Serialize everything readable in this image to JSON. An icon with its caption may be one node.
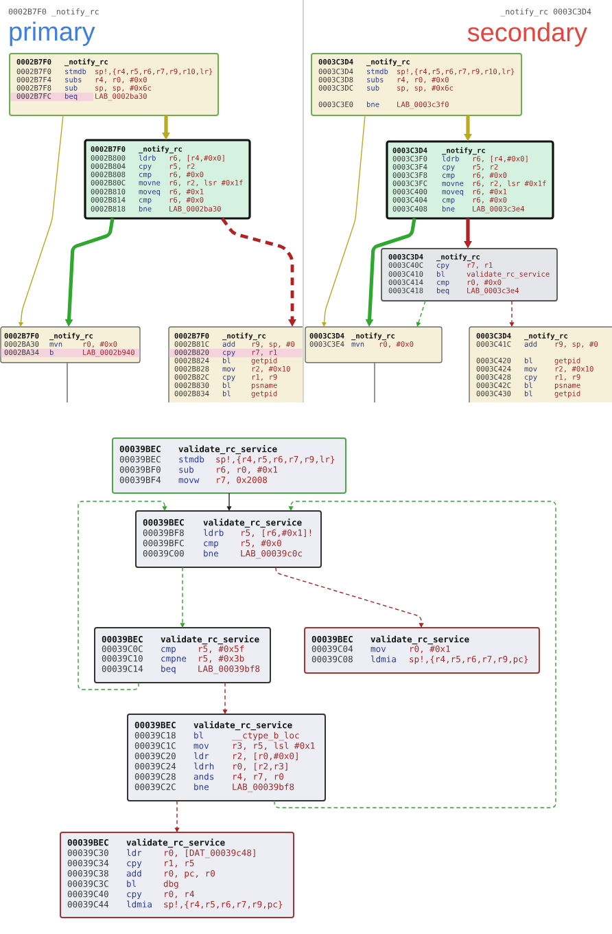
{
  "diagram": {
    "nodes": [
      {
        "text": [
          "0002B7F0",
          "_notify_rc",
          "0002B7F0",
          "stmdb",
          "sp!,{r4,r5,r6,r7,r9,r10,lr}",
          "0002B7F4",
          "subs",
          "r4, r0, #0x0",
          "0002B7F8",
          "sub",
          "sp, sp, #0x6c",
          "0002B7FC",
          "beq",
          "LAB_0002ba30"
        ]
      },
      {
        "text": [
          "0002B7F0",
          "_notify_rc",
          "0002B800",
          "ldrb",
          "r6, [r4,#0x0]",
          "0002B804",
          "cpy",
          "r5, r2",
          "0002B808",
          "cmp",
          "r6, #0x0",
          "0002B80C",
          "movne",
          "r6, r2, lsr #0x1f",
          "0002B810",
          "moveq",
          "r6, #0x1",
          "0002B814",
          "cmp",
          "r6, #0x0",
          "0002B818",
          "bne",
          "LAB_0002ba30"
        ]
      },
      {
        "text": [
          "0002B7F0",
          "_notify_rc",
          "0002BA30",
          "mvn",
          "r0, #0x0",
          "0002BA34",
          "b",
          "LAB_0002b940"
        ]
      },
      {
        "text": [
          "0002B7F0",
          "_notify_rc",
          "0002B81C",
          "add",
          "r9, sp, #0",
          "0002B820",
          "cpy",
          "r7, r1",
          "0002B824",
          "bl",
          "getpid",
          "0002B828",
          "mov",
          "r2, #0x10",
          "0002B82C",
          "cpy",
          "r1, r9",
          "0002B830",
          "bl",
          "psname",
          "0002B834",
          "bl",
          "getpid"
        ]
      },
      {
        "text": [
          "0003C3D4",
          "_notify_rc",
          "0003C3D4",
          "stmdb",
          "sp!,{r4,r5,r6,r7,r9,r10,lr}",
          "0003C3D8",
          "subs",
          "r4, r0, #0x0",
          "0003C3DC",
          "sub",
          "sp, sp, #0x6c",
          "0003C3E0",
          "bne",
          "LAB_0003c3f0"
        ]
      },
      {
        "text": [
          "0003C3D4",
          "_notify_rc",
          "0003C3F0",
          "ldrb",
          "r6, [r4,#0x0]",
          "0003C3F4",
          "cpy",
          "r5, r2",
          "0003C3F8",
          "cmp",
          "r6, #0x0",
          "0003C3FC",
          "movne",
          "r6, r2, lsr #0x1f",
          "0003C400",
          "moveq",
          "r6, #0x1",
          "0003C404",
          "cmp",
          "r6, #0x0",
          "0003C408",
          "bne",
          "LAB_0003c3e4"
        ]
      },
      {
        "text": [
          "0003C3D4",
          "_notify_rc",
          "0003C40C",
          "cpy",
          "r7, r1",
          "0003C410",
          "bl",
          "validate_rc_service",
          "0003C414",
          "cmp",
          "r0, #0x0",
          "0003C418",
          "beq",
          "LAB_0003c3e4"
        ]
      },
      {
        "text": [
          "0003C3D4",
          "_notify_rc",
          "0003C3E4",
          "mvn",
          "r0, #0x0"
        ]
      },
      {
        "text": [
          "0003C3D4",
          "_notify_rc",
          "0003C41C",
          "add",
          "r9, sp, #0",
          "0003C420",
          "bl",
          "getpid",
          "0003C424",
          "mov",
          "r2, #0x10",
          "0003C428",
          "cpy",
          "r1, r9",
          "0003C42C",
          "bl",
          "psname",
          "0003C430",
          "bl",
          "getpid"
        ]
      },
      {
        "text": [
          "00039BEC",
          "validate_rc_service",
          "00039BEC",
          "stmdb",
          "sp!,{r4,r5,r6,r7,r9,lr}",
          "00039BF0",
          "sub",
          "r6, r0, #0x1",
          "00039BF4",
          "movw",
          "r7, 0x2008"
        ]
      },
      {
        "text": [
          "00039BEC",
          "validate_rc_service",
          "00039BF8",
          "ldrb",
          "r5, [r6,#0x1]!",
          "00039BFC",
          "cmp",
          "r5, #0x0",
          "00039C00",
          "bne",
          "LAB_00039c0c"
        ]
      },
      {
        "text": [
          "00039BEC",
          "validate_rc_service",
          "00039C0C",
          "cmp",
          "r5, #0x5f",
          "00039C10",
          "cmpne",
          "r5, #0x3b",
          "00039C14",
          "beq",
          "LAB_00039bf8"
        ]
      },
      {
        "text": [
          "00039BEC",
          "validate_rc_service",
          "00039C04",
          "mov",
          "r0, #0x1",
          "00039C08",
          "ldmia",
          "sp!,{r4,r5,r6,r7,r9,pc}"
        ]
      },
      {
        "text": [
          "00039BEC",
          "validate_rc_service",
          "00039C18",
          "bl",
          "__ctype_b_loc",
          "00039C1C",
          "mov",
          "r3, r5, lsl #0x1",
          "00039C20",
          "ldr",
          "r2, [r0,#0x0]",
          "00039C24",
          "ldrh",
          "r0, [r2,r3]",
          "00039C28",
          "ands",
          "r4, r7, r0",
          "00039C2C",
          "bne",
          "LAB_00039bf8"
        ]
      },
      {
        "text": [
          "00039BEC",
          "validate_rc_service",
          "00039C30",
          "ldr",
          "r0, [DAT_00039c48]",
          "00039C34",
          "cpy",
          "r1, r5",
          "00039C38",
          "add",
          "r0, pc, r0",
          "00039C3C",
          "bl",
          "dbg",
          "00039C40",
          "cpy",
          "r0, r4",
          "00039C44",
          "ldmia",
          "sp!,{r4,r5,r6,r7,r9,pc}"
        ]
      }
    ],
    "edges": [
      {
        "from": 0,
        "to": 1,
        "arrow": "to",
        "style": "thick",
        "color": "#b8ab1e"
      },
      {
        "from": 0,
        "to": 2,
        "arrow": "to",
        "color": "#b8ab1e"
      },
      {
        "from": 1,
        "to": 2,
        "arrow": "to",
        "style": "thick",
        "color": "#2ea82e"
      },
      {
        "from": 1,
        "to": 3,
        "arrow": "to",
        "style": "dashed",
        "color": "#b22222"
      },
      {
        "from": 2,
        "to": null,
        "arrow": "none",
        "color": "#666666"
      },
      {
        "from": 4,
        "to": 5,
        "arrow": "to",
        "style": "thick",
        "color": "#b8ab1e"
      },
      {
        "from": 4,
        "to": 7,
        "arrow": "to",
        "color": "#b8ab1e"
      },
      {
        "from": 5,
        "to": 7,
        "arrow": "to",
        "style": "thick",
        "color": "#2ea82e"
      },
      {
        "from": 5,
        "to": 6,
        "arrow": "to",
        "style": "thick",
        "color": "#b22222"
      },
      {
        "from": 6,
        "to": 7,
        "arrow": "to",
        "style": "dashed",
        "color": "#2ea82e"
      },
      {
        "from": 6,
        "to": 8,
        "arrow": "to",
        "style": "dashed",
        "color": "#b22222"
      },
      {
        "from": 7,
        "to": null,
        "arrow": "none",
        "color": "#666666"
      },
      {
        "from": 9,
        "to": 10,
        "arrow": "to",
        "color": "#222222"
      },
      {
        "from": 10,
        "to": 11,
        "arrow": "to",
        "style": "dashed",
        "color": "#2ea82e"
      },
      {
        "from": 10,
        "to": 12,
        "arrow": "to",
        "style": "dashed",
        "color": "#b22222"
      },
      {
        "from": 11,
        "to": 10,
        "arrow": "to",
        "style": "dashed",
        "color": "#2ea82e"
      },
      {
        "from": 11,
        "to": 13,
        "arrow": "to",
        "style": "dashed",
        "color": "#b22222"
      },
      {
        "from": 13,
        "to": 10,
        "arrow": "to",
        "style": "dashed",
        "color": "#2ea82e"
      },
      {
        "from": 13,
        "to": 14,
        "arrow": "to",
        "style": "dashed",
        "color": "#b22222"
      }
    ],
    "labels": [
      "0002B7F0 _notify_rc",
      "primary",
      "_notify_rc 0003C3D4",
      "secondary"
    ]
  }
}
